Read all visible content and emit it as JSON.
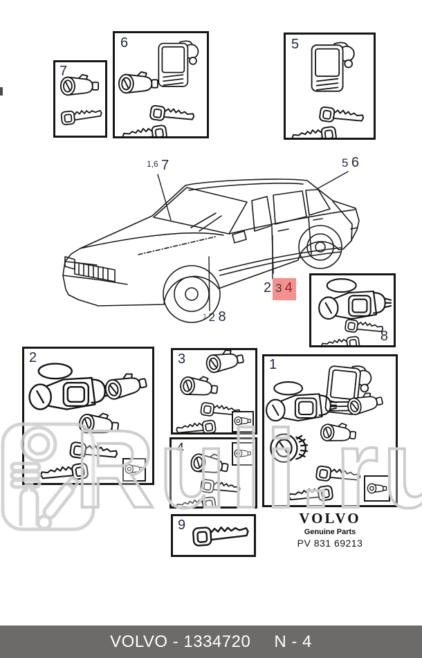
{
  "watermark": {
    "text": "Ruli.ru"
  },
  "panels": {
    "p1": {
      "number": "1"
    },
    "p2": {
      "number": "2"
    },
    "p3": {
      "number": "3"
    },
    "p4": {
      "number": "4"
    },
    "p5": {
      "number": "5"
    },
    "p6": {
      "number": "6"
    },
    "p7": {
      "number": "7"
    },
    "p8": {
      "number": "8"
    },
    "p9": {
      "number": "9"
    }
  },
  "callouts": {
    "ignition_area": {
      "small": "1,6",
      "big": "7"
    },
    "trunk": {
      "a": "5",
      "b": "6"
    },
    "rear_door": {
      "a": "2",
      "b": "3",
      "c": "4"
    },
    "front_door": {
      "a": "1",
      "b": "2",
      "c": "8"
    }
  },
  "brand": {
    "name": "VOLVO",
    "line1": "Genuine Parts",
    "line2": "PV 831 69213"
  },
  "footer": {
    "text_left": "VOLVO - 1334720",
    "text_right": "N - 4"
  },
  "colors": {
    "highlight": "#F4918E",
    "highlight_text": "#8B2727",
    "digit": "#1F2740",
    "footer_bg": "#6C6B69",
    "watermark": "#CDCDCD",
    "line": "#161616"
  }
}
